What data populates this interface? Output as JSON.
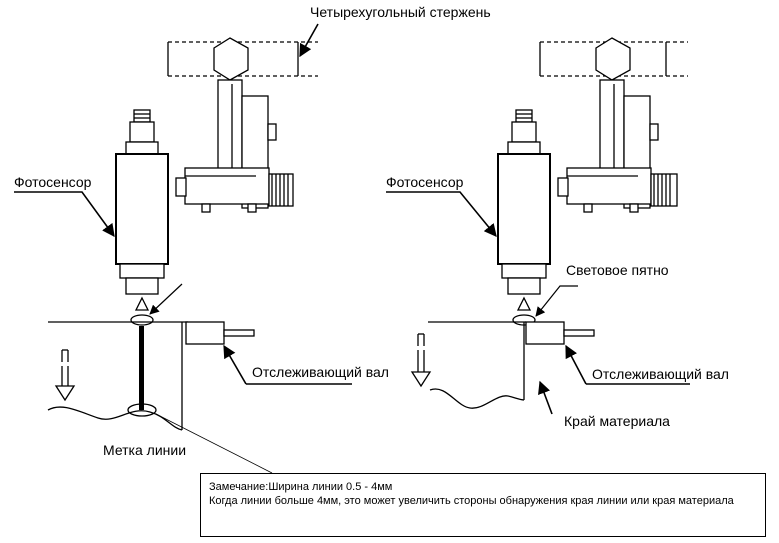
{
  "labels": {
    "rod": "Четырехугольный стержень",
    "photosensor_left": "Фотосенсор",
    "photosensor_right": "Фотосенсор",
    "light_spot": "Световое пятно",
    "tracking_roller_left": "Отслеживающий вал",
    "tracking_roller_right": "Отслеживающий вал",
    "material_edge": "Край материала",
    "line_mark": "Метка линии"
  },
  "note": {
    "line1": "Замечание:Ширина линии 0.5 - 4мм",
    "line2": "Когда линии больше 4мм, это может увеличить стороны обнаружения края линии или края материала"
  }
}
